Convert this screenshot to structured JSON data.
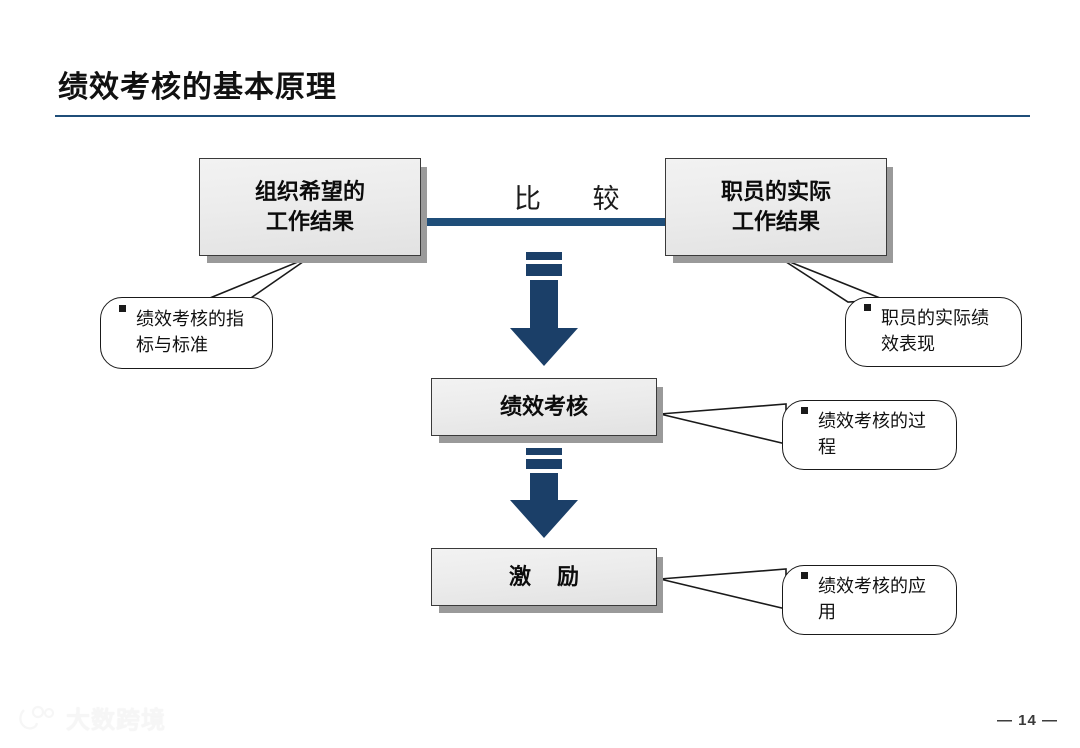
{
  "slide": {
    "title": "绩效考核的基本原理",
    "page_number": "— 14 —",
    "watermark": "大数跨境",
    "accent_color": "#1f4e79",
    "box_fill_color": "#ececec",
    "box_border_color": "#3a3a3a",
    "shadow_color": "#9a9a9a"
  },
  "diagram": {
    "boxes": {
      "expected": {
        "line1": "组织希望的",
        "line2": "工作结果"
      },
      "actual": {
        "line1": "职员的实际",
        "line2": "工作结果"
      },
      "appraisal": {
        "label": "绩效考核"
      },
      "incentive": {
        "label": "激 励"
      }
    },
    "compare_label": "比 较",
    "callouts": {
      "metrics": {
        "line1": "绩效考核的指",
        "line2": "标与标准"
      },
      "performance": {
        "line1": "职员的实际绩",
        "line2": "效表现"
      },
      "process": {
        "line1": "绩效考核的过",
        "line2": "程"
      },
      "application": {
        "line1": "绩效考核的应",
        "line2": "用"
      }
    },
    "arrows": {
      "top": {
        "name": "down-arrow-icon",
        "color": "#1b3f68"
      },
      "bottom": {
        "name": "down-arrow-icon",
        "color": "#1b3f68"
      }
    }
  }
}
